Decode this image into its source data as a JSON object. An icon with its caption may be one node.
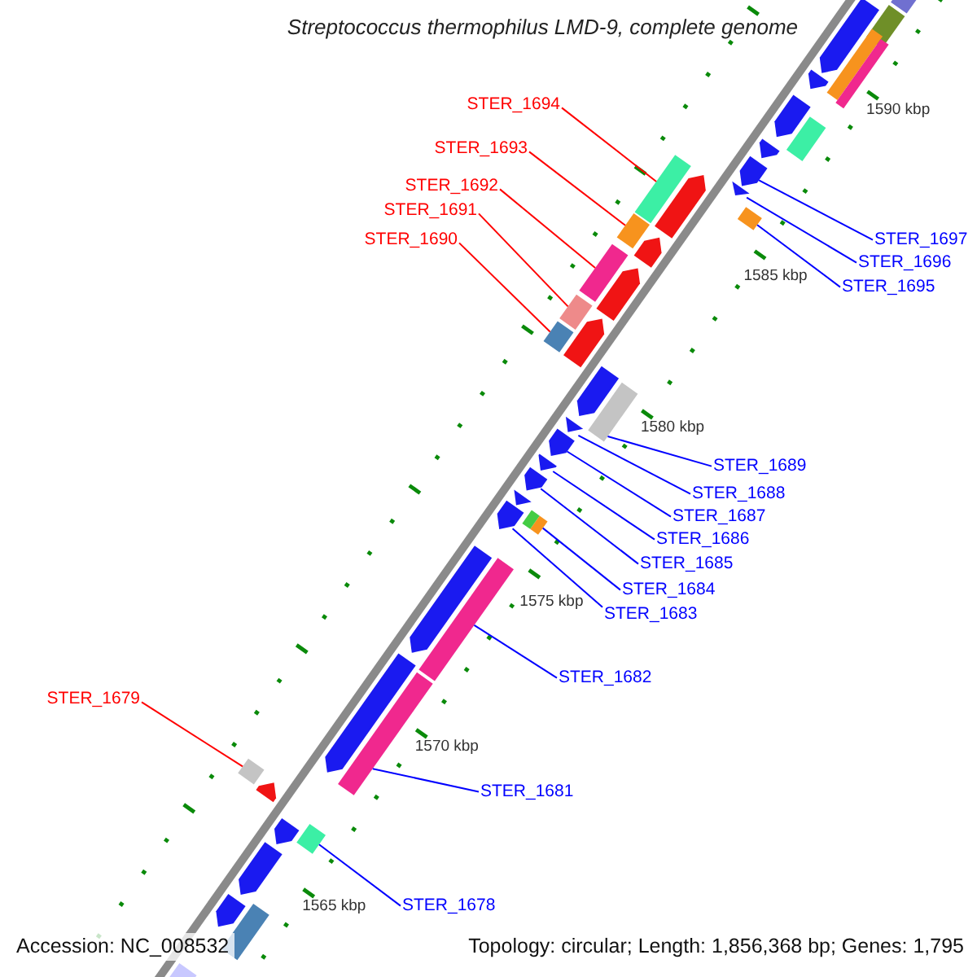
{
  "diagram": {
    "title": "Streptococcus thermophilus LMD-9, complete genome",
    "nodes": [
      {
        "text": [
          "STER_1694"
        ]
      },
      {
        "text": [],
        "shape": "box"
      },
      {
        "text": [
          "STER_1693"
        ]
      },
      {
        "text": [],
        "shape": "box"
      },
      {
        "text": [
          "STER_1692"
        ]
      },
      {
        "text": [],
        "shape": "box"
      },
      {
        "text": [
          "STER_1691"
        ]
      },
      {
        "text": [],
        "shape": "box"
      },
      {
        "text": [
          "STER_1697"
        ]
      },
      {
        "text": [],
        "shape": "pentagon"
      },
      {
        "text": [
          "STER_1690"
        ]
      },
      {
        "text": [],
        "shape": "box"
      },
      {
        "text": [
          "STER_1696"
        ]
      },
      {
        "text": [],
        "shape": "pentagon"
      },
      {
        "text": [
          "STER_1695"
        ]
      },
      {
        "text": [],
        "shape": "box"
      },
      {
        "text": [
          "STER_1689"
        ]
      },
      {
        "text": [],
        "shape": "box"
      },
      {
        "text": [
          "STER_1688"
        ]
      },
      {
        "text": [],
        "shape": "pentagon"
      },
      {
        "text": [
          "STER_1687"
        ]
      },
      {
        "text": [],
        "shape": "pentagon"
      },
      {
        "text": [
          "STER_1686"
        ]
      },
      {
        "text": [],
        "shape": "pentagon"
      },
      {
        "text": [
          "STER_1685"
        ]
      },
      {
        "text": [],
        "shape": "pentagon"
      },
      {
        "text": [
          "STER_1684"
        ]
      },
      {
        "text": [],
        "shape": "box"
      },
      {
        "text": [
          "STER_1683"
        ]
      },
      {
        "text": [],
        "shape": "pentagon"
      },
      {
        "text": [
          "STER_1682"
        ]
      },
      {
        "text": [],
        "shape": "box"
      },
      {
        "text": [
          "STER_1679"
        ]
      },
      {
        "text": [],
        "shape": "box"
      },
      {
        "text": [
          "STER_1681"
        ]
      },
      {
        "text": [],
        "shape": "box"
      },
      {
        "text": [
          "STER_1678"
        ]
      },
      {
        "text": [],
        "shape": "box"
      },
      {
        "text": [],
        "shape": "box"
      },
      {
        "text": [],
        "shape": "box"
      },
      {
        "text": [],
        "shape": "pentagon"
      },
      {
        "text": [],
        "shape": "pentagon"
      },
      {
        "text": [],
        "shape": "box"
      },
      {
        "text": [],
        "shape": "box"
      },
      {
        "text": [],
        "shape": "pentagon"
      },
      {
        "text": [],
        "shape": "box"
      },
      {
        "text": [],
        "shape": "pentagon"
      },
      {
        "text": [],
        "shape": "pentagon"
      },
      {
        "text": [],
        "shape": "pentagon"
      },
      {
        "text": [],
        "shape": "pentagon"
      },
      {
        "text": [],
        "shape": "pentagon"
      },
      {
        "text": [],
        "shape": "pentagon"
      },
      {
        "text": [],
        "shape": "pentagon"
      },
      {
        "text": [],
        "shape": "box"
      },
      {
        "text": [],
        "shape": "pentagon"
      },
      {
        "text": [],
        "shape": "pentagon"
      },
      {
        "text": [],
        "shape": "pentagon"
      },
      {
        "text": [],
        "shape": "pentagon"
      },
      {
        "text": [],
        "shape": "pentagon"
      },
      {
        "text": [],
        "shape": "pentagon"
      },
      {
        "text": [],
        "shape": "box"
      },
      {
        "text": [],
        "shape": "pentagon"
      }
    ],
    "edges": [
      {
        "from": 0,
        "to": 1,
        "arrow": "none",
        "color": "#ff0000"
      },
      {
        "from": 2,
        "to": 3,
        "arrow": "none",
        "color": "#ff0000"
      },
      {
        "from": 4,
        "to": 5,
        "arrow": "none",
        "color": "#ff0000"
      },
      {
        "from": 6,
        "to": 7,
        "arrow": "none",
        "color": "#ff0000"
      },
      {
        "from": 8,
        "to": 9,
        "arrow": "none"
      },
      {
        "from": 10,
        "to": 11,
        "arrow": "none",
        "color": "#ff0000"
      },
      {
        "from": 12,
        "to": 13,
        "arrow": "none"
      },
      {
        "from": 14,
        "to": 15,
        "arrow": "none"
      },
      {
        "from": 16,
        "to": 17,
        "arrow": "none"
      },
      {
        "from": 18,
        "to": 19,
        "arrow": "none"
      },
      {
        "from": 20,
        "to": 21,
        "arrow": "none"
      },
      {
        "from": 22,
        "to": 23,
        "arrow": "none"
      },
      {
        "from": 24,
        "to": 25,
        "arrow": "none"
      },
      {
        "from": 26,
        "to": 27,
        "arrow": "none"
      },
      {
        "from": 28,
        "to": 29,
        "arrow": "none"
      },
      {
        "from": 30,
        "to": 31,
        "arrow": "none"
      },
      {
        "from": 32,
        "to": 33,
        "arrow": "none",
        "color": "#ff0000"
      },
      {
        "from": 34,
        "to": 35,
        "arrow": "none"
      },
      {
        "from": 36,
        "to": 37,
        "arrow": "none"
      }
    ],
    "labels": [
      "1590 kbp",
      "1585 kbp",
      "1580 kbp",
      "1575 kbp",
      "1570 kbp",
      "1565 kbp",
      "Accession: NC_008532",
      "Topology: circular; Length: 1,856,368 bp; Genes: 1,795"
    ]
  }
}
